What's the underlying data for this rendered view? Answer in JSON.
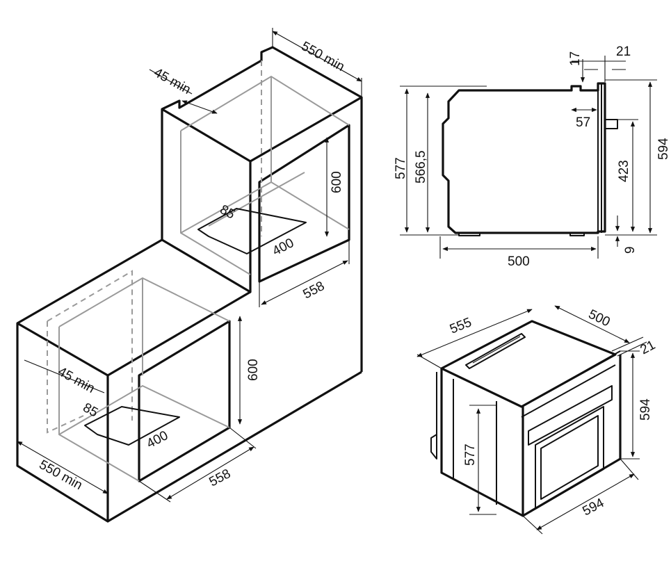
{
  "colors": {
    "line": "#111111",
    "hidden_line": "#9a9a9a",
    "background": "#ffffff"
  },
  "upper_niche": {
    "depth_min": "550 min",
    "rear_gap_min": "45 min",
    "height": "600",
    "vent_offset": "85",
    "vent_width": "400",
    "width": "558"
  },
  "lower_niche": {
    "depth_min": "550 min",
    "rear_gap_min": "45 min",
    "height": "600",
    "vent_offset": "85",
    "vent_width": "400",
    "width": "558"
  },
  "side_view": {
    "depth": "500",
    "body_height": "577",
    "inner_height": "566,5",
    "total_height": "594",
    "handle_offset": "423",
    "bottom_gap": "9",
    "panel_thickness": "17",
    "front_thickness": "21",
    "front_depth": "57"
  },
  "iso_view": {
    "depth": "555",
    "width_top": "500",
    "front_thickness": "21",
    "height": "594",
    "body_height": "577",
    "width": "594"
  }
}
